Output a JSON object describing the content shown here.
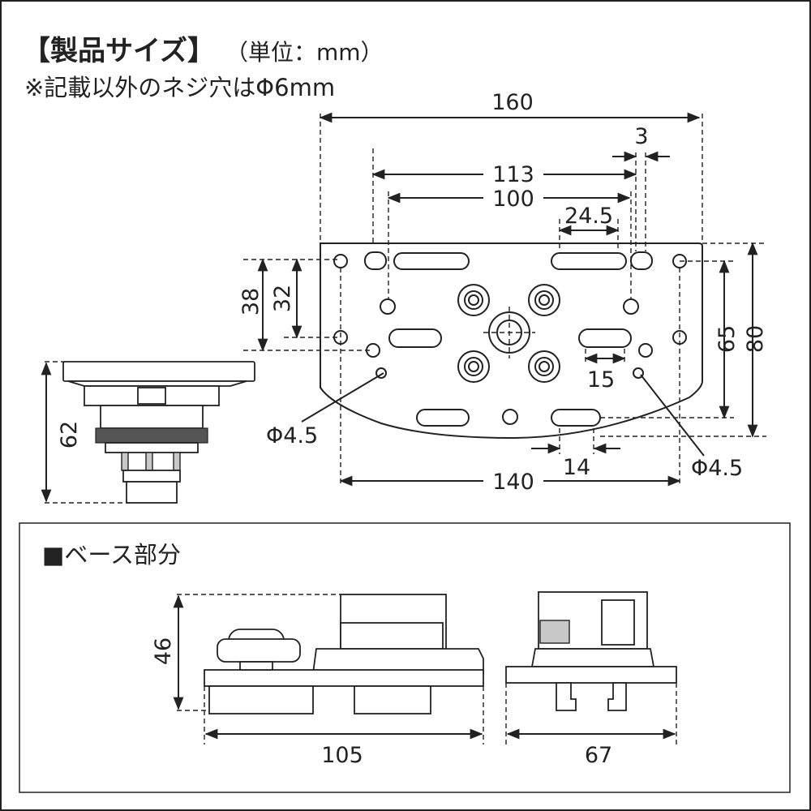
{
  "header": {
    "title": "【製品サイズ】",
    "unit_note": "（単位：mm）",
    "screw_note": "※記載以外のネジ穴はΦ6mm"
  },
  "top_view": {
    "width": "160",
    "dim_3": "3",
    "dim_113": "113",
    "dim_100": "100",
    "dim_24_5": "24.5",
    "dim_38": "38",
    "dim_32": "32",
    "dim_65": "65",
    "dim_80": "80",
    "dim_15": "15",
    "dim_14": "14",
    "dim_140": "140",
    "hole_left": "Φ4.5",
    "hole_right": "Φ4.5"
  },
  "side_view": {
    "height": "62"
  },
  "base_section": {
    "title": "■ベース部分",
    "height": "46",
    "width": "105",
    "depth": "67"
  }
}
